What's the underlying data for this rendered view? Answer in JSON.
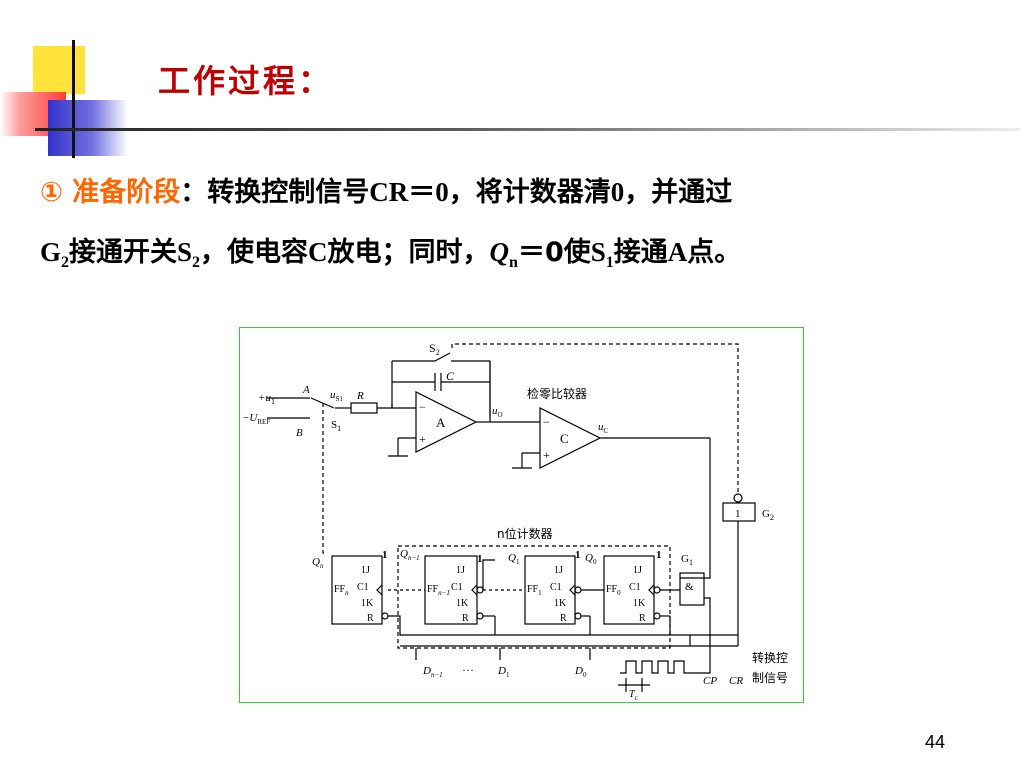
{
  "slide": {
    "title": "工作过程：",
    "page_number": "44"
  },
  "text": {
    "line1": {
      "marker": "①",
      "stage": "准备阶段",
      "colon": "：转换控制信号",
      "cr": "CR＝0",
      "mid": "，将计数器清",
      "zero": "0",
      "tail": "，并通过"
    },
    "line2": {
      "g": "G",
      "g_sub": "2",
      "t1": "接通开关",
      "s": "S",
      "s_sub": "2",
      "t2": "，使电容",
      "c": "C",
      "t3": "放电；同时，",
      "q": "Q",
      "q_sub": "n",
      "t4": "＝0使",
      "s1": "S",
      "s1_sub": "1",
      "t5": "接通",
      "a": "A",
      "t6": "点。"
    }
  },
  "diagram": {
    "s2": "S",
    "s2_sub": "2",
    "c": "C",
    "r": "R",
    "a_point": "A",
    "b_point": "B",
    "u1": "+u",
    "u1_sub": "1",
    "uref": "−U",
    "uref_sub": "REF",
    "us1": "u",
    "us1_sub": "S1",
    "s1": "S",
    "s1_sub": "1",
    "amp_a": "A",
    "uo": "u",
    "uo_sub": "O",
    "zero_comp_label": "检零比较器",
    "comp_c": "C",
    "uc": "u",
    "uc_sub": "C",
    "minus": "−",
    "plus": "+",
    "g2_gate": "1",
    "g2_label": "G",
    "g2_sub": "2",
    "counter_label": "n位计数器",
    "g1_label": "G",
    "g1_sub": "1",
    "and_symbol": "&",
    "ff_n": "FF",
    "ff_n_sub": "n",
    "ff_n1": "FF",
    "ff_n1_sub": "n−1",
    "ff_1": "FF",
    "ff_1_sub": "1",
    "ff_0": "FF",
    "ff_0_sub": "0",
    "j_label": "1J",
    "c1_label": "C1",
    "k_label": "1K",
    "r_label": "R",
    "one": "1",
    "qn": "Q",
    "qn_sub": "n",
    "qn1": "Q",
    "qn1_sub": "n−1",
    "q1": "Q",
    "q1_sub": "1",
    "q0": "Q",
    "q0_sub": "0",
    "dn1": "D",
    "dn1_sub": "n−1",
    "ellipsis": "…",
    "d1": "D",
    "d1_sub": "1",
    "d0": "D",
    "d0_sub": "0",
    "tc": "T",
    "tc_sub": "c",
    "cp": "CP",
    "cr": "CR",
    "ctrl_label_1": "转换控",
    "ctrl_label_2": "制信号"
  },
  "colors": {
    "title": "#c00000",
    "stage": "#ff6600",
    "frame": "#33cc33",
    "deco_yellow": "#ffe23a",
    "deco_red": "#ff3b3b",
    "deco_blue": "#3333cc"
  }
}
